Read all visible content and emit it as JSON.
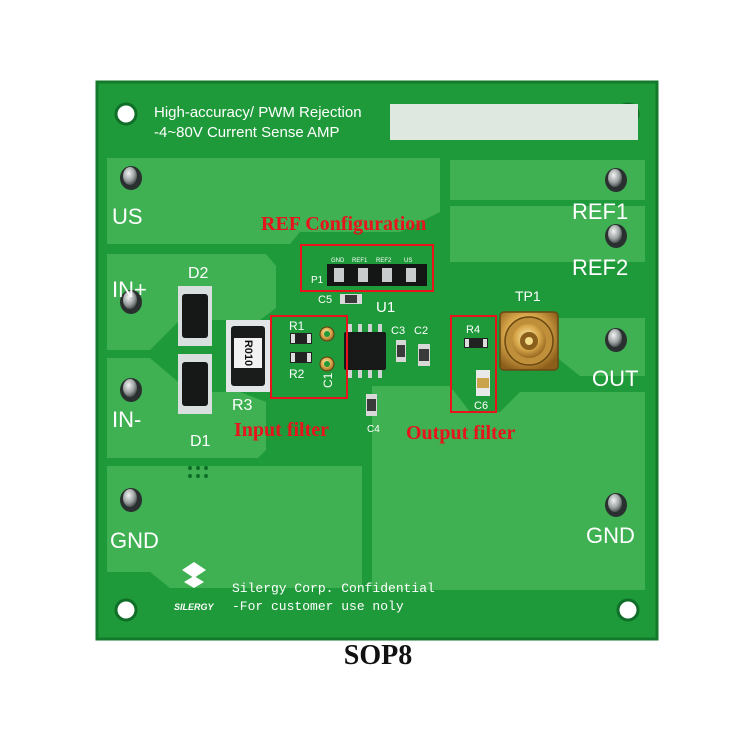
{
  "board": {
    "title_line1": "High-accuracy/ PWM Rejection",
    "title_line2": "-4~80V Current Sense AMP",
    "pads": {
      "us": "US",
      "in_plus": "IN+",
      "in_minus": "IN-",
      "gnd_left": "GND",
      "ref1": "REF1",
      "ref2": "REF2",
      "out": "OUT",
      "gnd_right": "GND"
    },
    "components": {
      "d2": "D2",
      "d1": "D1",
      "r3": "R3",
      "r3_marking": "R010",
      "r1": "R1",
      "r2": "R2",
      "c1": "C1",
      "c5": "C5",
      "u1": "U1",
      "c3": "C3",
      "c2": "C2",
      "c4": "C4",
      "r4": "R4",
      "c6": "C6",
      "tp1": "TP1",
      "p1": "P1",
      "header_pins": [
        "GND",
        "REF1",
        "REF2",
        "US"
      ]
    },
    "footer_line1": "Silergy Corp. Confidential",
    "footer_line2": "-For customer use noly",
    "logo_text": "SILERGY"
  },
  "annotations": {
    "ref_configuration": "REF Configuration",
    "input_filter": "Input filter",
    "output_filter": "Output filter"
  },
  "caption": "SOP8",
  "colors": {
    "pcb": "#1f9a3a",
    "copper_pour": "#3fb153",
    "silkscreen": "#ffffff",
    "annotation": "#e8131b"
  }
}
